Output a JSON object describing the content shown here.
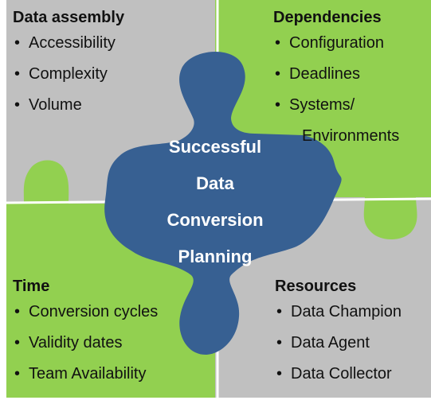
{
  "colors": {
    "gray": "#c0c0c0",
    "green": "#92d050",
    "blue": "#376092",
    "border": "#ffffff"
  },
  "center": {
    "lines": [
      "Successful",
      "Data",
      "Conversion",
      "Planning"
    ]
  },
  "quadrants": {
    "top_left": {
      "title": "Data assembly",
      "items": [
        "Accessibility",
        "Complexity",
        "Volume"
      ]
    },
    "top_right": {
      "title": "Dependencies",
      "items": [
        "Configuration",
        "Deadlines",
        "Systems/",
        "Environments"
      ]
    },
    "bottom_left": {
      "title": "Time",
      "items": [
        "Conversion cycles",
        "Validity dates",
        "Team Availability"
      ]
    },
    "bottom_right": {
      "title": "Resources",
      "items": [
        "Data Champion",
        "Data Agent",
        "Data Collector"
      ]
    }
  }
}
